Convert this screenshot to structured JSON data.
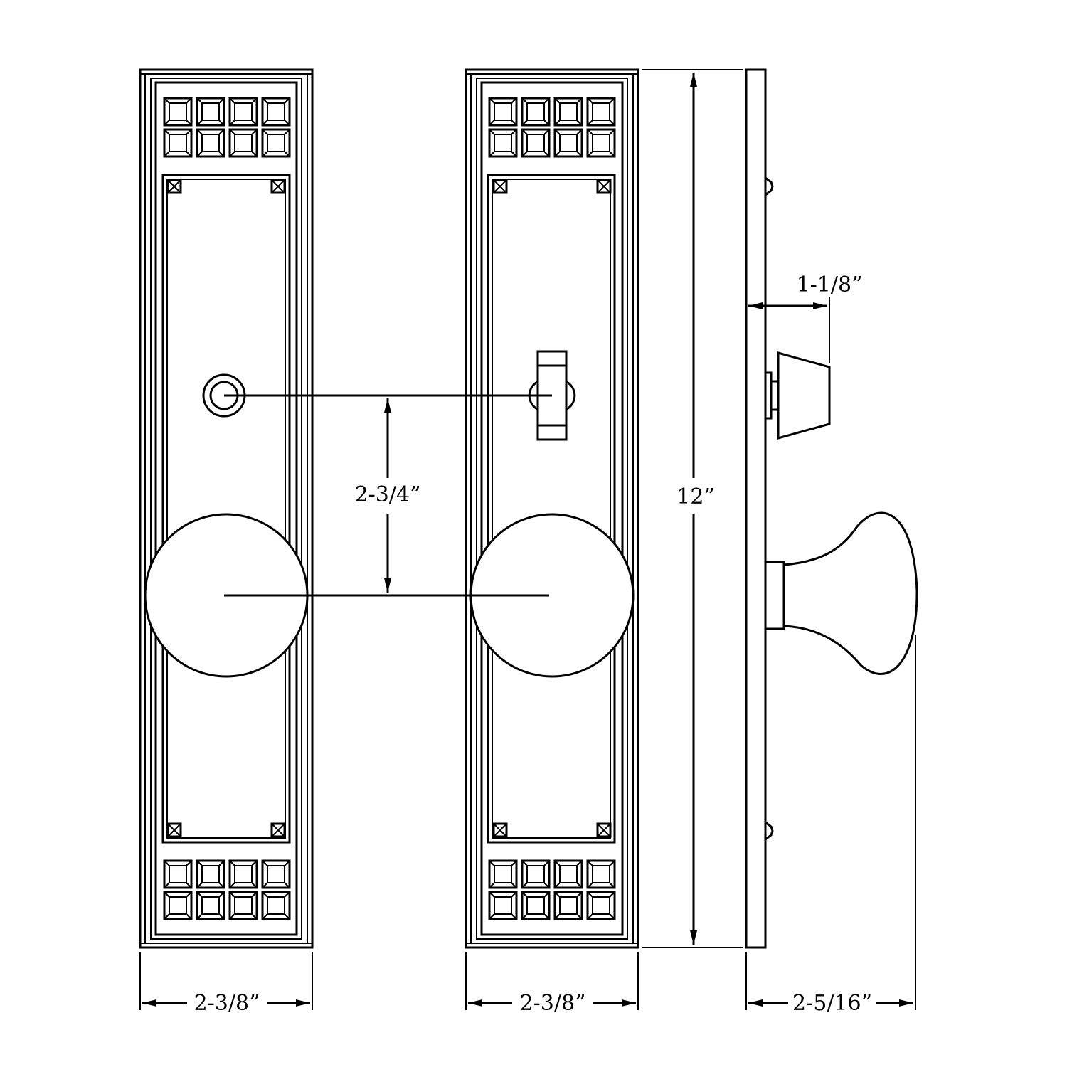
{
  "dimensions": {
    "front_plate_width": "2-3/8”",
    "back_plate_width": "2-3/8”",
    "plate_height": "12”",
    "center_to_center": "2-3/4”",
    "turn_piece_projection": "1-1/8”",
    "knob_projection": "2-5/16”"
  },
  "colors": {
    "line": "#000000",
    "background": "#ffffff"
  }
}
